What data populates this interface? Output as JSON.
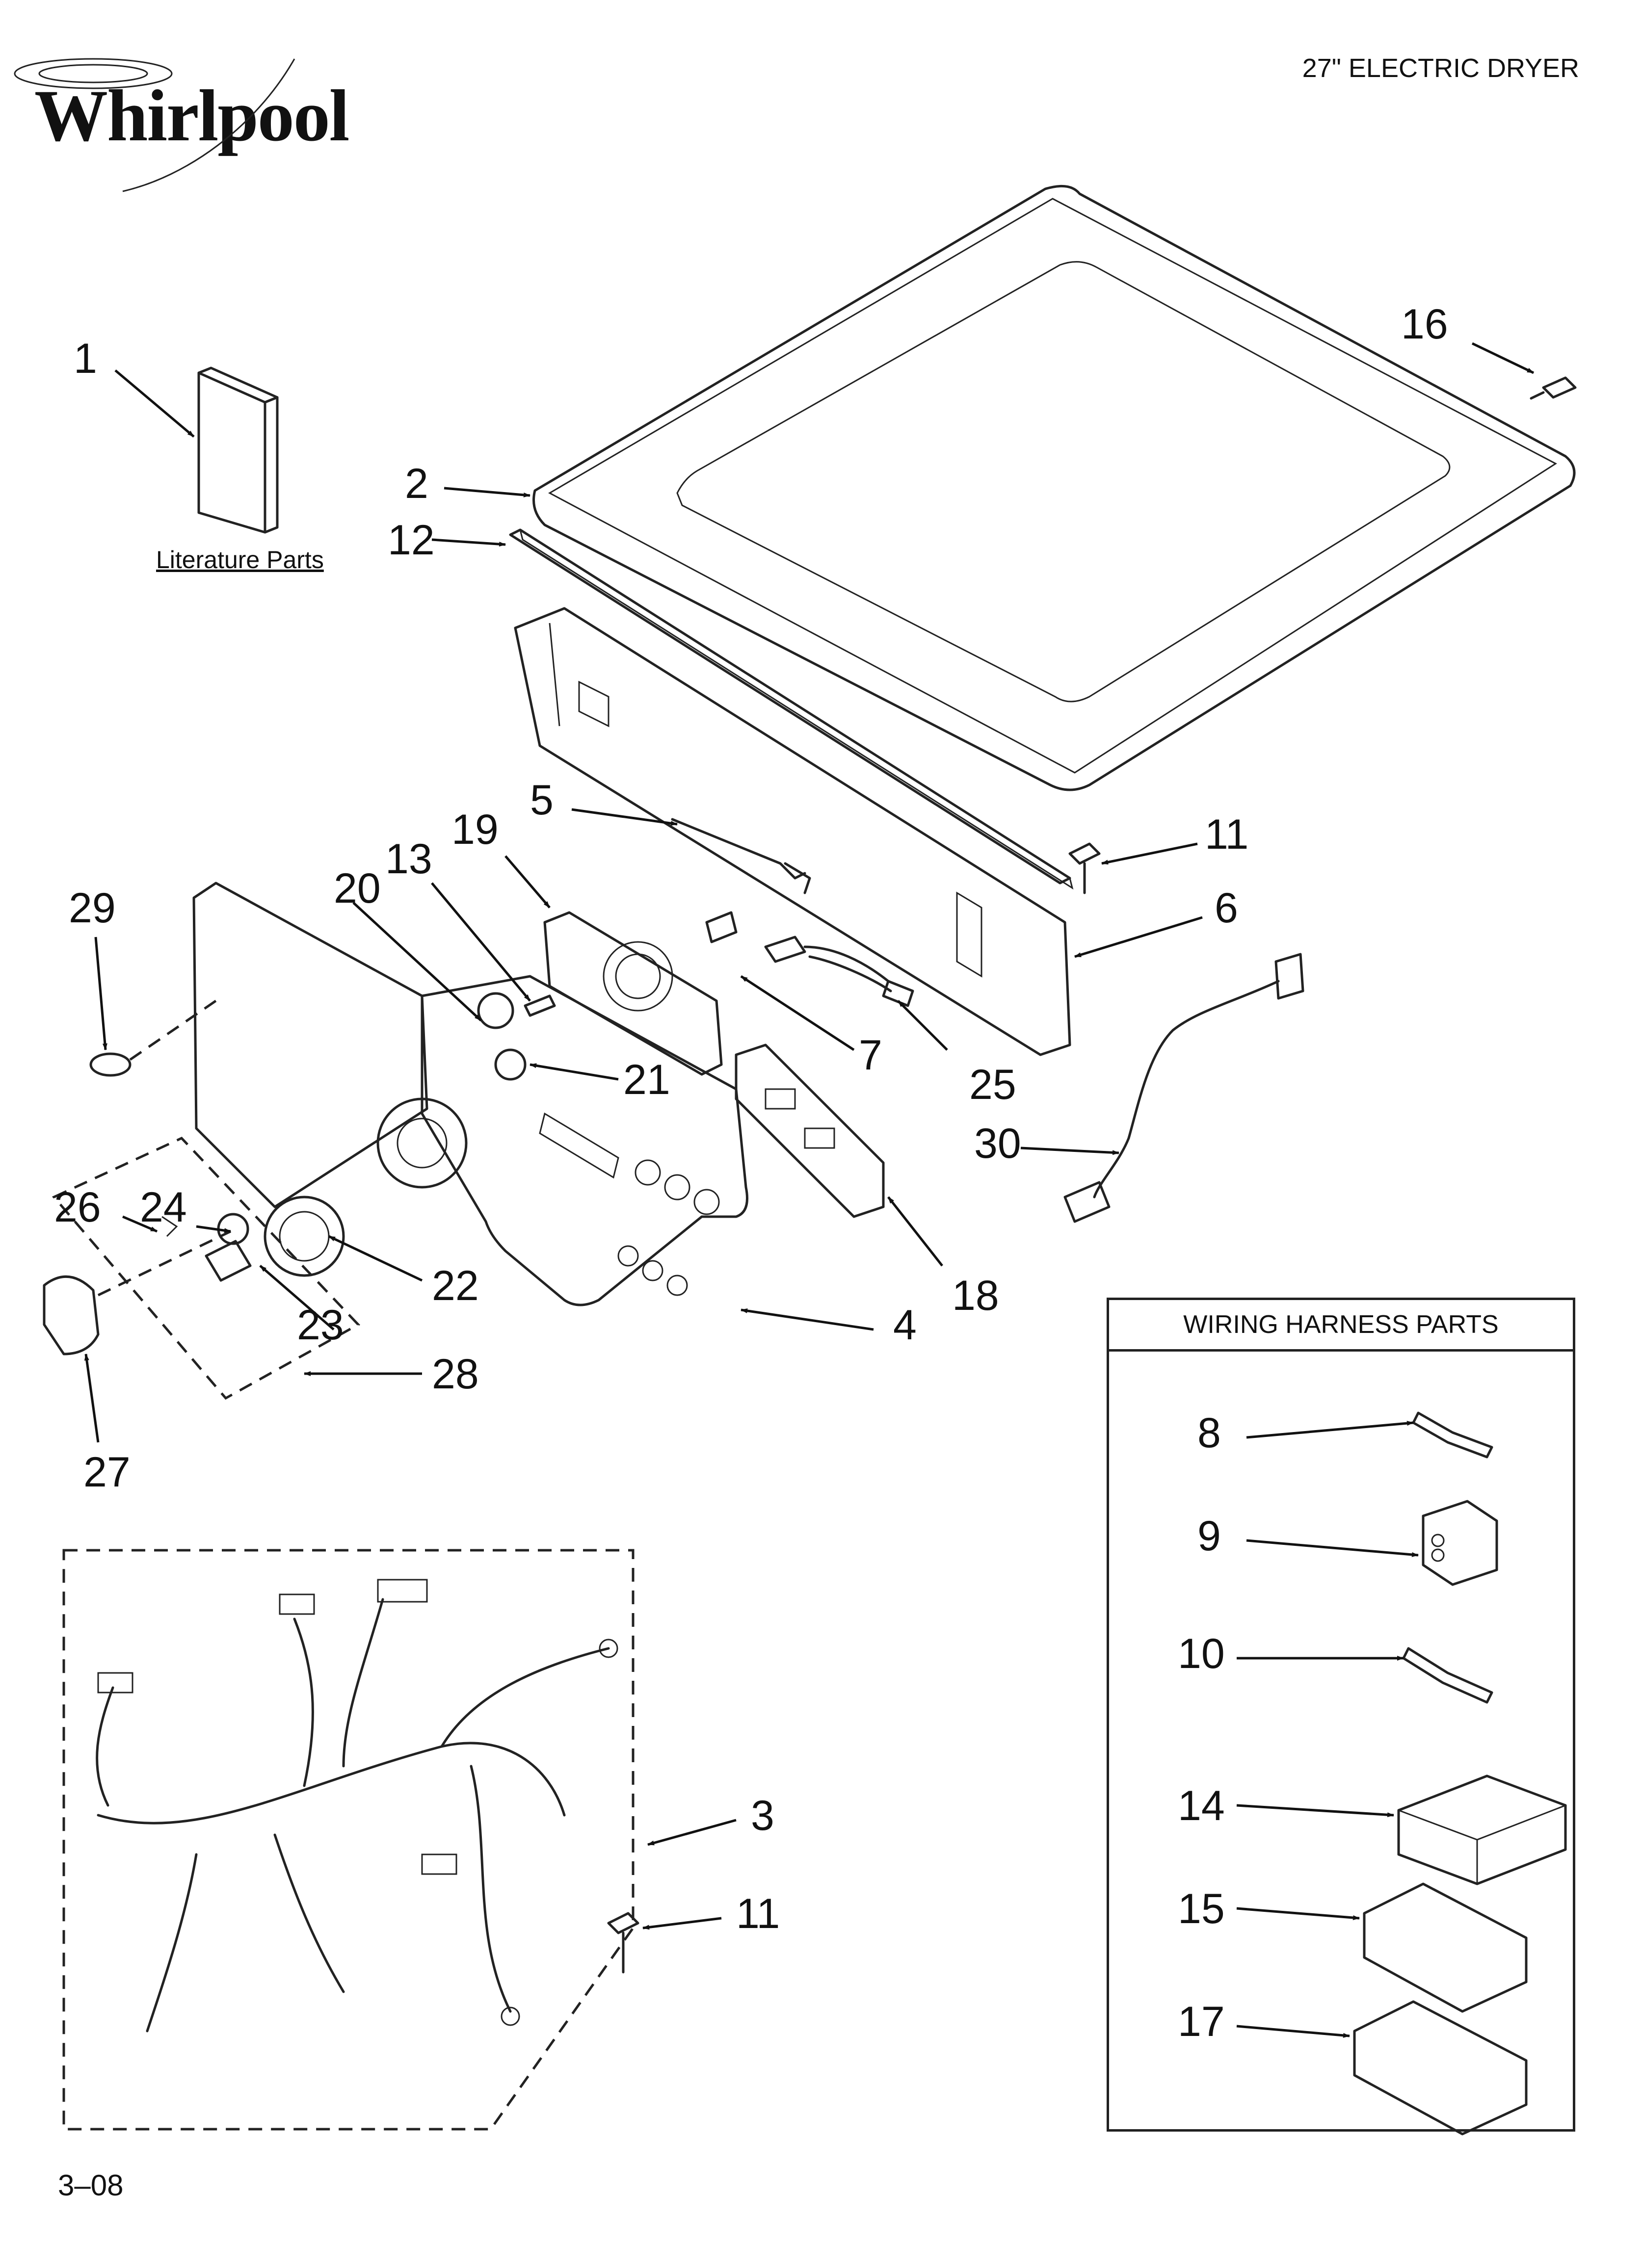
{
  "header": {
    "brand": "Whirlpool",
    "title": "27\" ELECTRIC DRYER"
  },
  "literature": {
    "label": "Literature Parts"
  },
  "wiring_box": {
    "title": "WIRING HARNESS PARTS"
  },
  "callouts": {
    "c1": "1",
    "c2": "2",
    "c3": "3",
    "c4": "4",
    "c5": "5",
    "c6": "6",
    "c7": "7",
    "c8": "8",
    "c9": "9",
    "c10": "10",
    "c11a": "11",
    "c11b": "11",
    "c12": "12",
    "c13": "13",
    "c14": "14",
    "c15": "15",
    "c16": "16",
    "c17": "17",
    "c18": "18",
    "c19": "19",
    "c20": "20",
    "c21": "21",
    "c22": "22",
    "c23": "23",
    "c24": "24",
    "c25": "25",
    "c26": "26",
    "c27": "27",
    "c28": "28",
    "c29": "29",
    "c30": "30"
  },
  "footer": {
    "page_number": "3–08"
  }
}
